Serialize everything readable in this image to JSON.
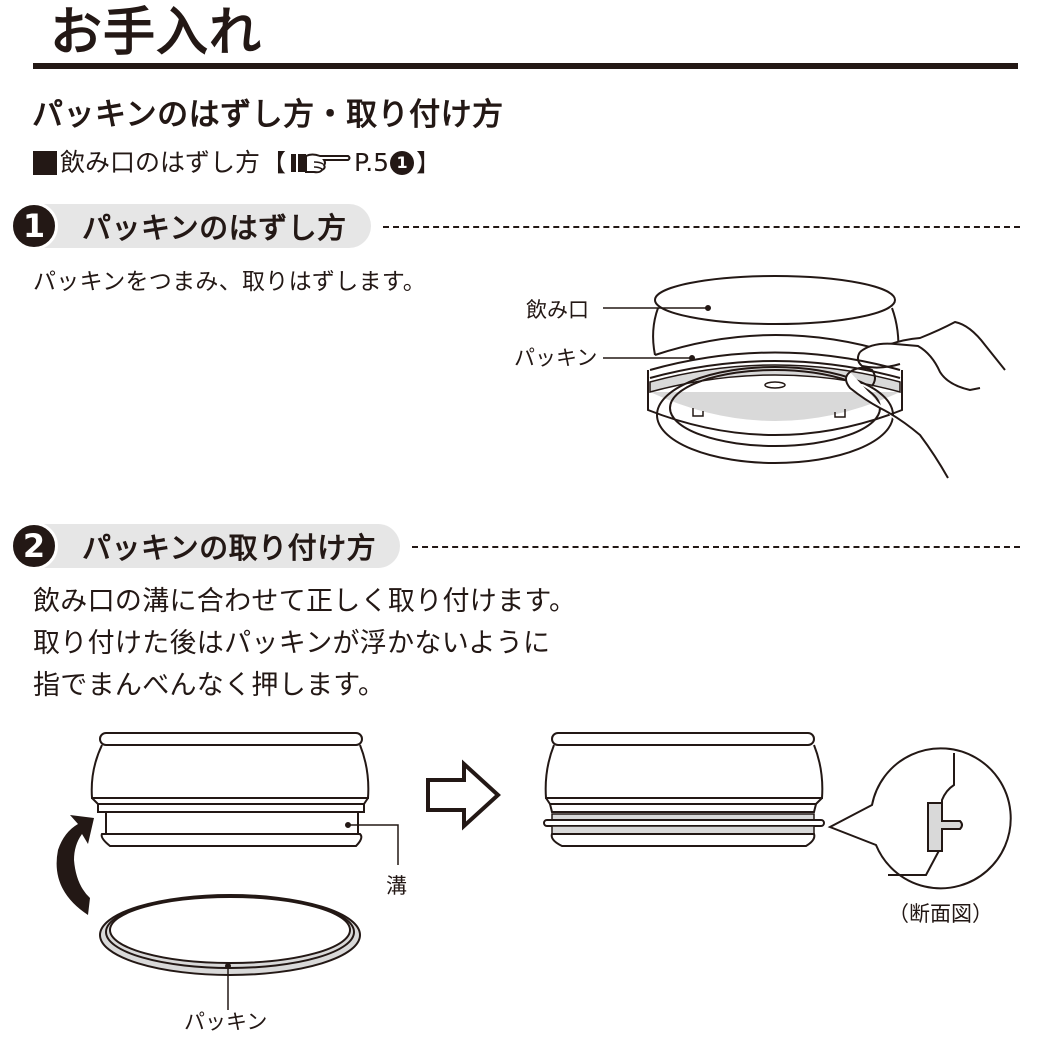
{
  "header": {
    "page_title": "お手入れ"
  },
  "section": {
    "title": "パッキンのはずし方・取り付け方",
    "reference": {
      "bullet": "■",
      "text": "飲み口のはずし方",
      "open_bracket": "【",
      "page_ref": "P.5",
      "step_ref": "1",
      "close_bracket": "】",
      "icon": "pointing-hand-icon"
    }
  },
  "steps": [
    {
      "number": "1",
      "title": "パッキンのはずし方",
      "instructions": [
        "パッキンをつまみ、取りはずします。"
      ],
      "illustration": {
        "labels": {
          "mouthpiece": "飲み口",
          "gasket": "パッキン"
        }
      }
    },
    {
      "number": "2",
      "title": "パッキンの取り付け方",
      "instructions": [
        "飲み口の溝に合わせて正しく取り付けます。",
        "取り付けた後はパッキンが浮かないように",
        "指でまんべんなく押します。"
      ],
      "illustration": {
        "labels": {
          "groove": "溝",
          "gasket": "パッキン",
          "cross_section": "（断面図）"
        }
      }
    }
  ],
  "colors": {
    "ink": "#231815",
    "pill_gray": "#e6e6e6",
    "gasket_gray": "#d9d9d9"
  }
}
